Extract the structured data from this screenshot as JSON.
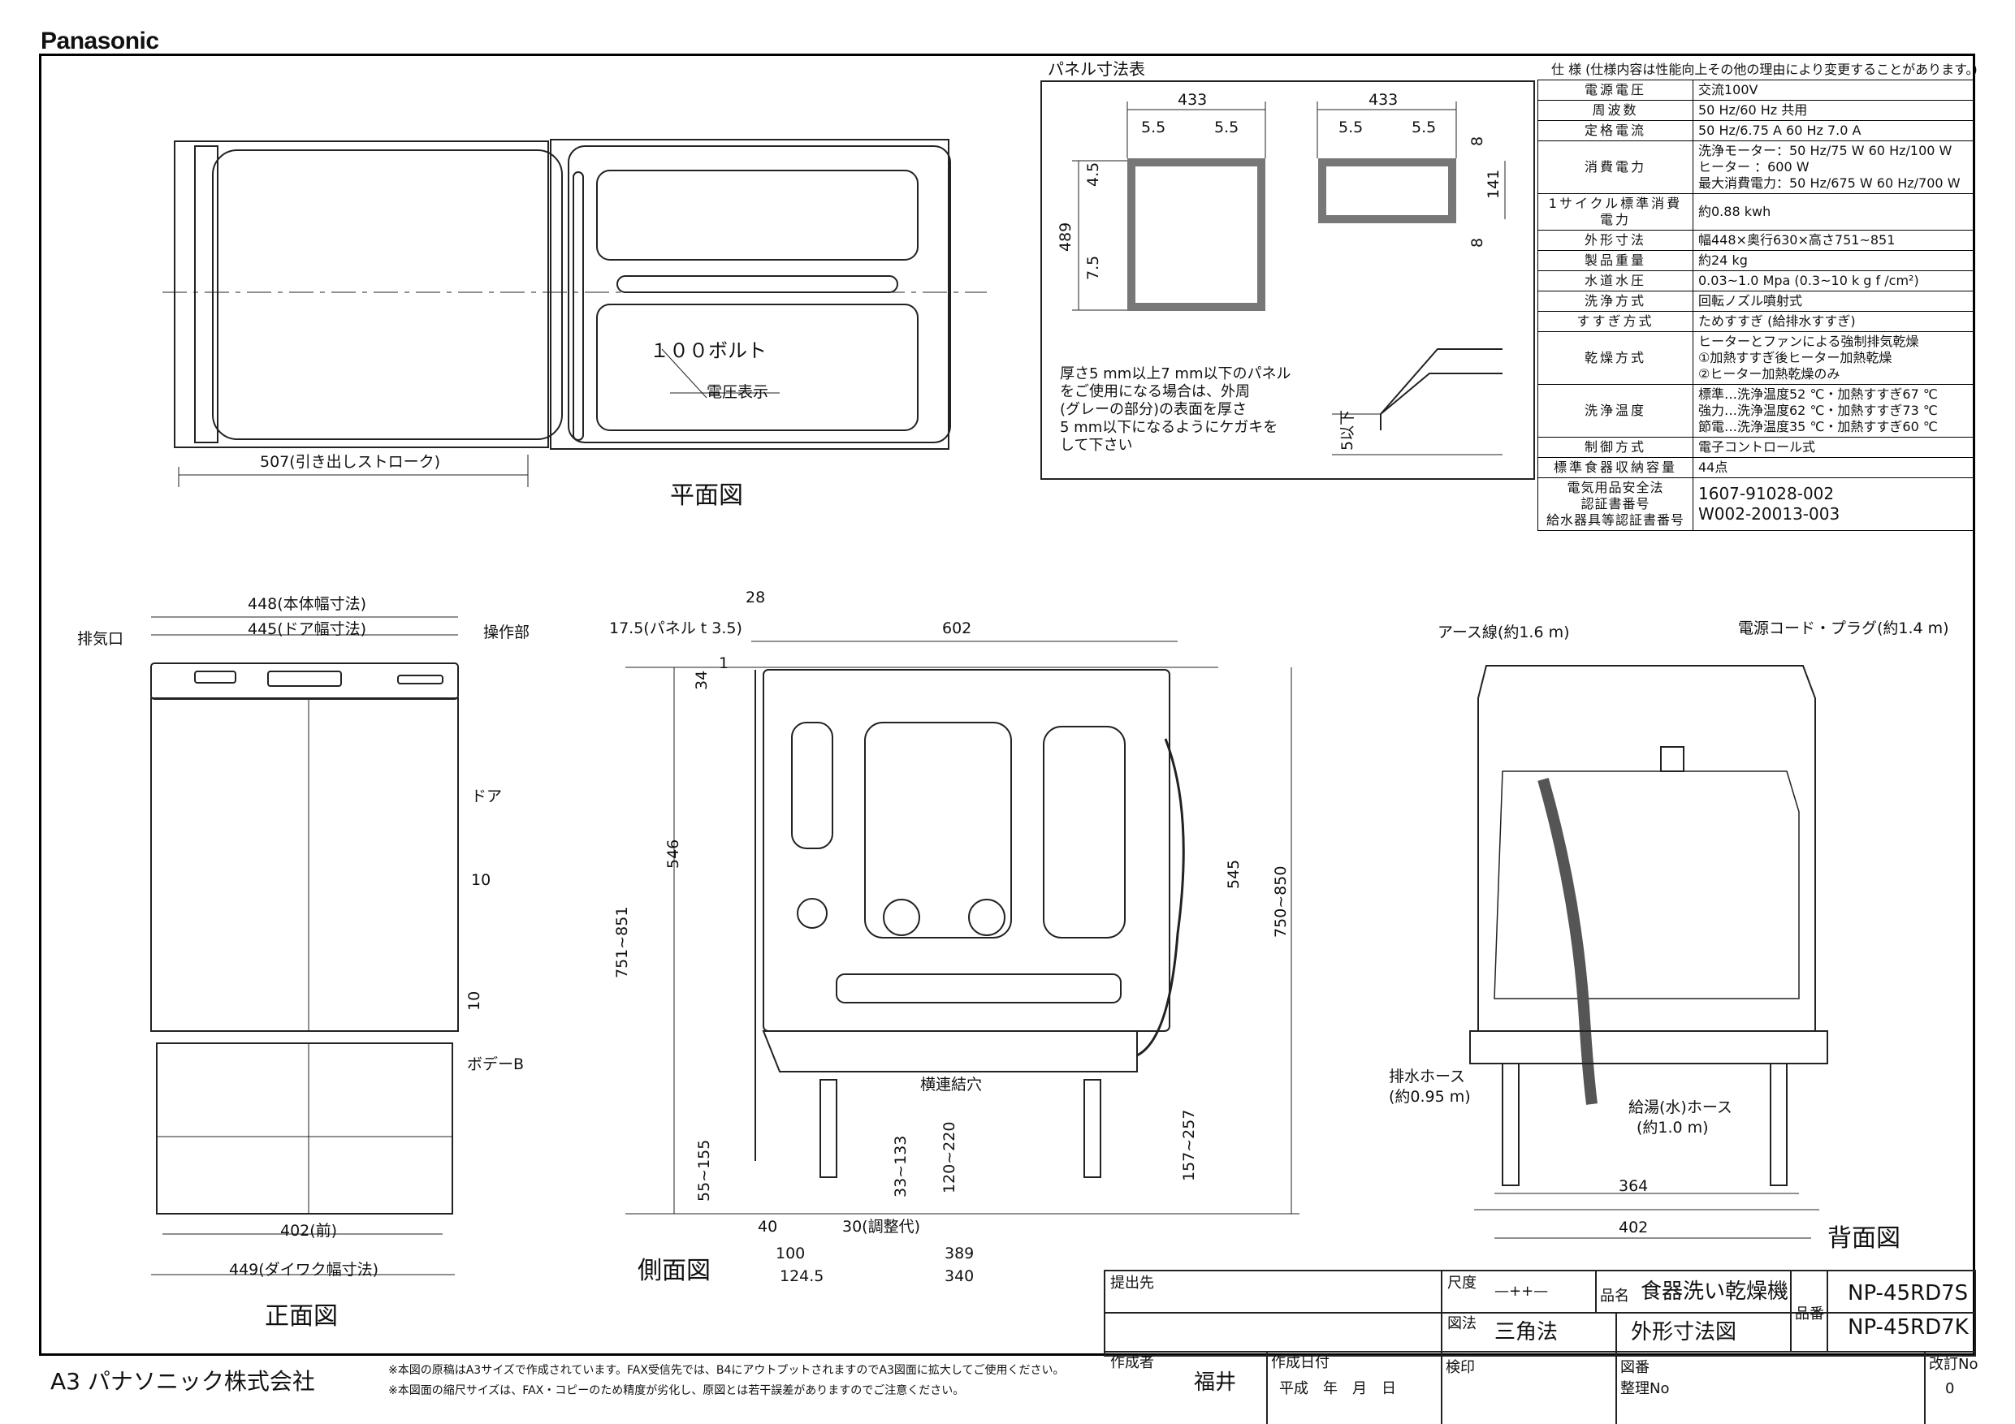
{
  "brand": "Panasonic",
  "views": {
    "plan": "平面図",
    "side": "側面図",
    "front": "正面図",
    "back": "背面図"
  },
  "panel": {
    "title": "パネル寸法表",
    "d433a": "433",
    "d433b": "433",
    "d55a": "5.5",
    "d55b": "5.5",
    "d55c": "5.5",
    "d55d": "5.5",
    "d489": "489",
    "d45": "4.5",
    "d75": "7.5",
    "d8a": "8",
    "d8b": "8",
    "d141": "141",
    "note": [
      "厚さ5 mm以上7 mm以下のパネル",
      "をご使用になる場合は、外周",
      "(グレーの部分)の表面を厚さ",
      "5 mm以下になるようにケガキを",
      "して下さい"
    ],
    "d5": "5以下"
  },
  "plan": {
    "volt": "１００ボルト",
    "volt_sub": "電圧表示",
    "stroke": "507(引き出しストローク)"
  },
  "front": {
    "w448": "448(本体幅寸法)",
    "w445": "445(ドア幅寸法)",
    "exhaust": "排気口",
    "ops": "操作部",
    "door": "ドア",
    "d10a": "10",
    "d10b": "10",
    "body": "ボデーB",
    "w402": "402(前)",
    "w449": "449(ダイワク幅寸法)"
  },
  "side": {
    "d28": "28",
    "panel_t": "17.5(パネル t 3.5)",
    "d602": "602",
    "d34": "34",
    "d1": "1",
    "d546": "546",
    "d545": "545",
    "d751": "751~851",
    "d750": "750~850",
    "holes": "横連結穴",
    "d55": "55~155",
    "d33": "33~133",
    "d120": "120~220",
    "d157": "157~257",
    "d40": "40",
    "d30": "30(調整代)",
    "d100": "100",
    "d389": "389",
    "d1245": "124.5",
    "d340": "340"
  },
  "back": {
    "earth": "アース線(約1.6 m)",
    "cord": "電源コード・プラグ(約1.4 m)",
    "drain1": "排水ホース",
    "drain2": "(約0.95 m)",
    "supply1": "給湯(水)ホース",
    "supply2": "(約1.0 m)",
    "d364": "364",
    "d402": "402"
  },
  "spec": {
    "title": "仕 様 (仕様内容は性能向上その他の理由により変更することがあります。)",
    "rows": [
      {
        "k": "電源電圧",
        "v": "交流100V"
      },
      {
        "k": "周波数",
        "v": "50 Hz/60 Hz 共用"
      },
      {
        "k": "定格電流",
        "v": "50 Hz/6.75 A 60 Hz 7.0 A"
      },
      {
        "k": "消費電力",
        "v": "洗浄モーター：50 Hz/75 W 60 Hz/100 W\nヒーター ：600 W\n最大消費電力：50 Hz/675 W 60 Hz/700 W"
      },
      {
        "k": "1サイクル標準消費電力",
        "v": "約0.88 kwh"
      },
      {
        "k": "外形寸法",
        "v": "幅448×奥行630×高さ751~851"
      },
      {
        "k": "製品重量",
        "v": "約24 kg"
      },
      {
        "k": "水道水圧",
        "v": "0.03~1.0 Mpa (0.3~10 k g f /cm²)"
      },
      {
        "k": "洗浄方式",
        "v": "回転ノズル噴射式"
      },
      {
        "k": "すすぎ方式",
        "v": "ためすすぎ (給排水すすぎ)"
      },
      {
        "k": "乾燥方式",
        "v": "ヒーターとファンによる強制排気乾燥\n①加熱すすぎ後ヒーター加熱乾燥\n②ヒーター加熱乾燥のみ"
      },
      {
        "k": "洗浄温度",
        "v": "標準…洗浄温度52 ℃・加熱すすぎ67 ℃\n強力…洗浄温度62 ℃・加熱すすぎ73 ℃\n節電…洗浄温度35 ℃・加熱すすぎ60 ℃"
      },
      {
        "k": "制御方式",
        "v": "電子コントロール式"
      },
      {
        "k": "標準食器収納容量",
        "v": "44点"
      },
      {
        "k": "電気用品安全法\n認証書番号\n給水器具等認証書番号",
        "v": "1607-91028-002\nW002-20013-003"
      }
    ]
  },
  "titleblock": {
    "submit": "提出先",
    "scale": "尺度",
    "scale_v": "—++—",
    "prodname_k": "品名",
    "prodname": "食器洗い乾燥機",
    "model_k": "品番",
    "model1": "NP-45RD7S",
    "model2": "NP-45RD7K",
    "method_k": "図法",
    "method": "三角法",
    "drawing": "外形寸法図",
    "author_k": "作成者",
    "author": "福井",
    "date_k": "作成日付",
    "date": "平成　年　月　日",
    "check": "検印",
    "dno_k": "図番",
    "org": "整理No",
    "rev_k": "改訂No",
    "rev": "0"
  },
  "footer": {
    "company": "A3 パナソニック株式会社",
    "note1": "※本図の原稿はA3サイズで作成されています。FAX受信先では、B4にアウトプットされますのでA3図面に拡大してご使用ください。",
    "note2": "※本図面の縮尺サイズは、FAX・コピーのため精度が劣化し、原図とは若干誤差がありますのでご注意ください。"
  }
}
